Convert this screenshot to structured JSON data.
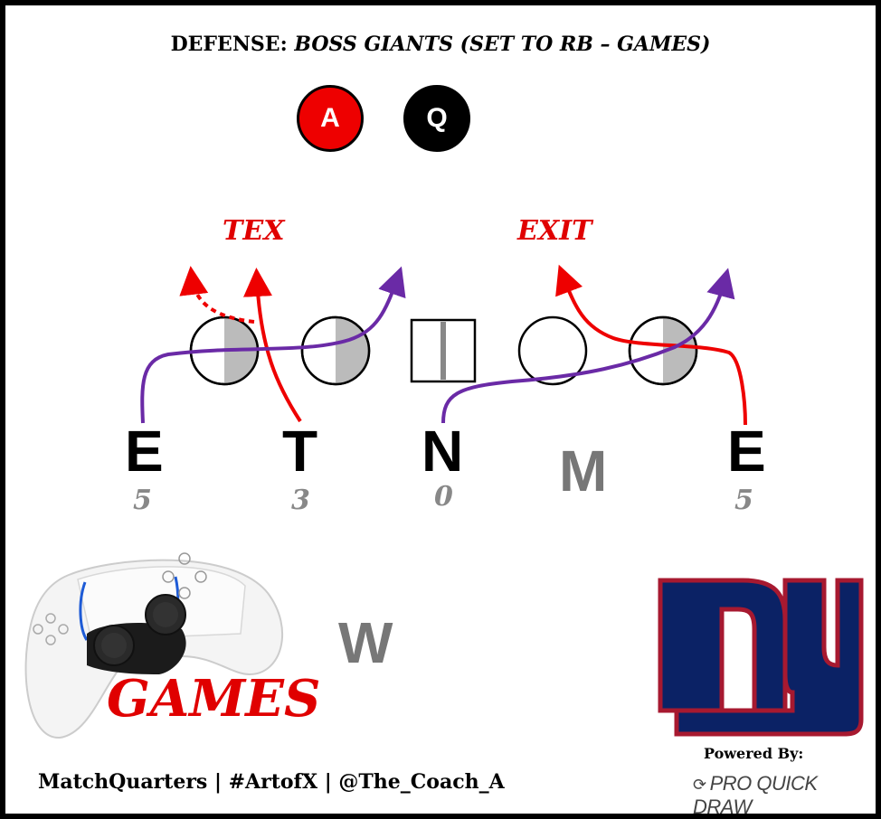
{
  "title": {
    "prefix": "DEFENSE: ",
    "italic": "BOSS GIANTS (SET TO RB – GAMES)"
  },
  "badges": [
    {
      "label": "A",
      "color": "#ee0000"
    },
    {
      "label": "Q",
      "color": "#000000"
    }
  ],
  "games_labels": {
    "left": "TEX",
    "right": "EXIT"
  },
  "defenders": [
    {
      "letter": "E",
      "technique": "5"
    },
    {
      "letter": "T",
      "technique": "3"
    },
    {
      "letter": "N",
      "technique": "0"
    },
    {
      "letter": "M",
      "technique": ""
    },
    {
      "letter": "E",
      "technique": "5"
    }
  ],
  "second_level": {
    "letter": "W"
  },
  "stunt_name": "GAMES",
  "footer": "MatchQuarters | #ArtofX | @The_Coach_A",
  "sponsor": {
    "powered_by": "Powered By:",
    "brand": "PRO QUICK DRAW"
  },
  "logo_text": "ny",
  "colors": {
    "red": "#ee0000",
    "purple": "#6a2aa6",
    "giants_blue": "#0b2265",
    "giants_red": "#a71930",
    "gray": "#777777"
  }
}
